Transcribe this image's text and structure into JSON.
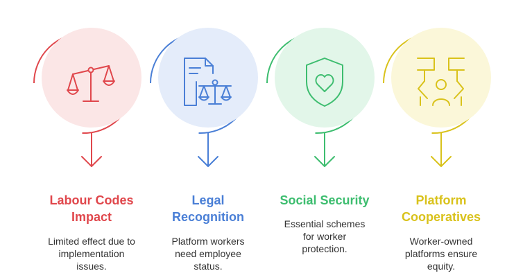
{
  "steps": [
    {
      "title_lines": [
        "Labour Codes",
        "Impact"
      ],
      "desc_lines": [
        "Limited effect due to",
        "implementation",
        "issues."
      ],
      "color": "#e0474c",
      "fill": "#fbe6e6",
      "icon": "balance-scale-icon"
    },
    {
      "title_lines": [
        "Legal",
        "Recognition"
      ],
      "desc_lines": [
        "Platform workers",
        "need employee",
        "status."
      ],
      "color": "#4a7fd6",
      "fill": "#e4ecfa",
      "icon": "legal-document-scale-icon"
    },
    {
      "title_lines": [
        "Social Security"
      ],
      "desc_lines": [
        "Essential schemes",
        "for worker",
        "protection."
      ],
      "color": "#3dbd6f",
      "fill": "#e2f6e9",
      "icon": "shield-heart-icon"
    },
    {
      "title_lines": [
        "Platform",
        "Cooperatives"
      ],
      "desc_lines": [
        "Worker-owned",
        "platforms ensure",
        "equity."
      ],
      "color": "#d9c21b",
      "fill": "#fbf7d9",
      "icon": "workers-with-signs-icon"
    }
  ]
}
